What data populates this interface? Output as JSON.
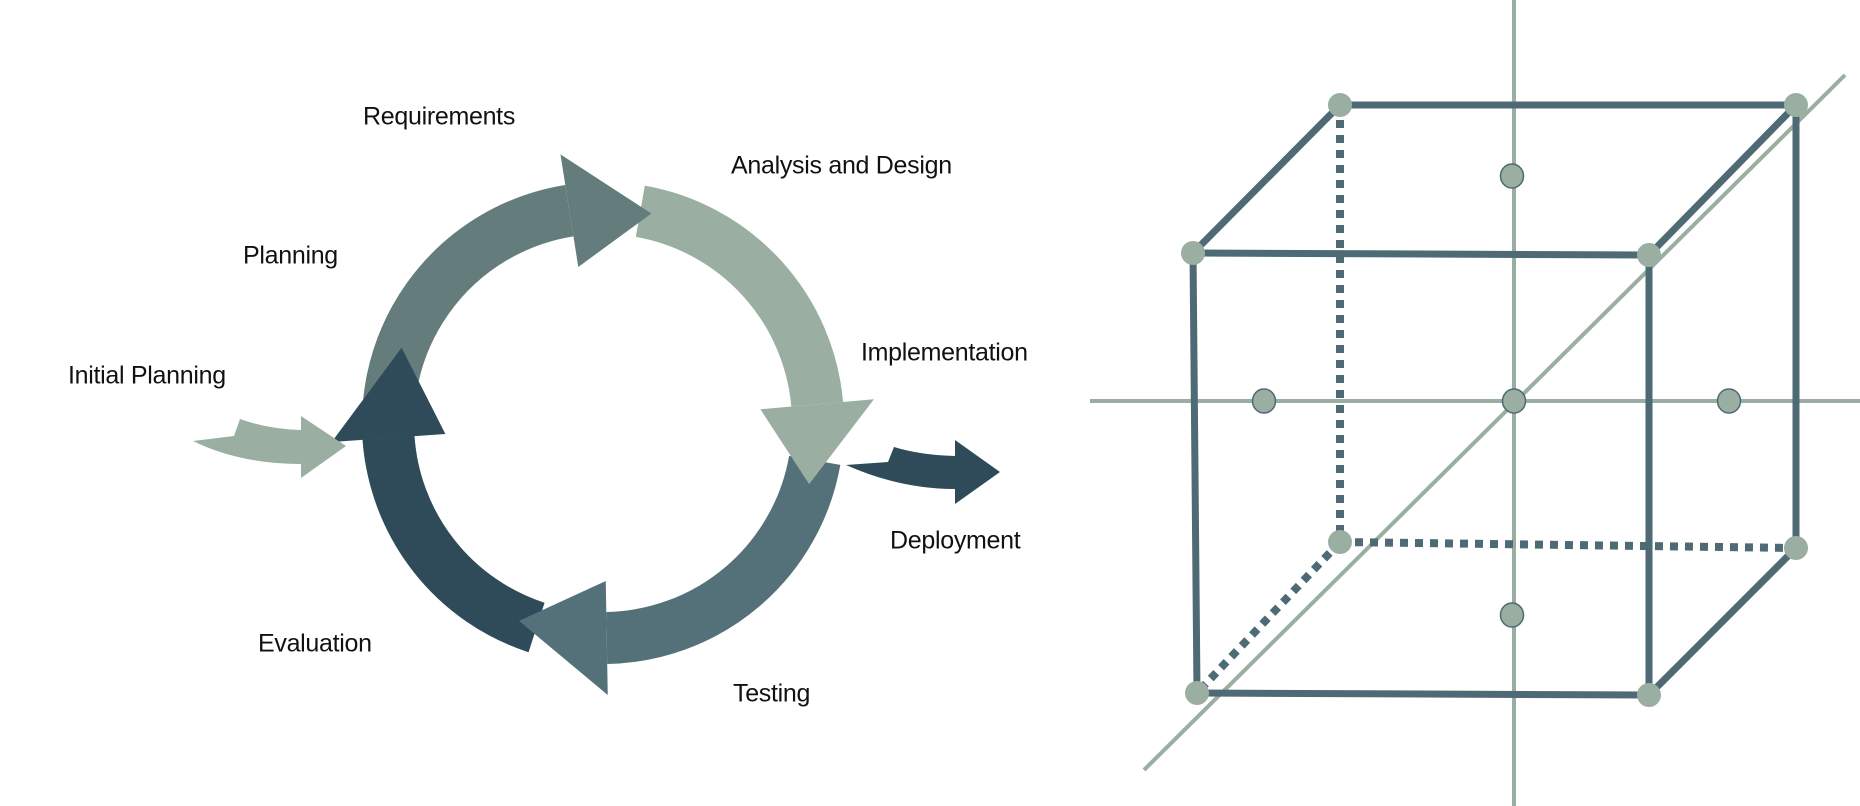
{
  "cycle": {
    "labels": {
      "requirements": "Requirements",
      "analysis_design": "Analysis and Design",
      "planning": "Planning",
      "initial_planning": "Initial Planning",
      "implementation": "Implementation",
      "deployment": "Deployment",
      "evaluation": "Evaluation",
      "testing": "Testing"
    },
    "colors": {
      "planning_arrow": "#647c7c",
      "design_arrow": "#9aaea1",
      "testing_arrow": "#54717a",
      "evaluation_arrow": "#2f4a58",
      "initial_arrow": "#9aaea1",
      "deployment_arrow": "#2f4a58"
    }
  },
  "cube": {
    "edge_color": "#4d6a75",
    "axis_color": "#9aaea1",
    "node_color": "#9aaea1"
  }
}
